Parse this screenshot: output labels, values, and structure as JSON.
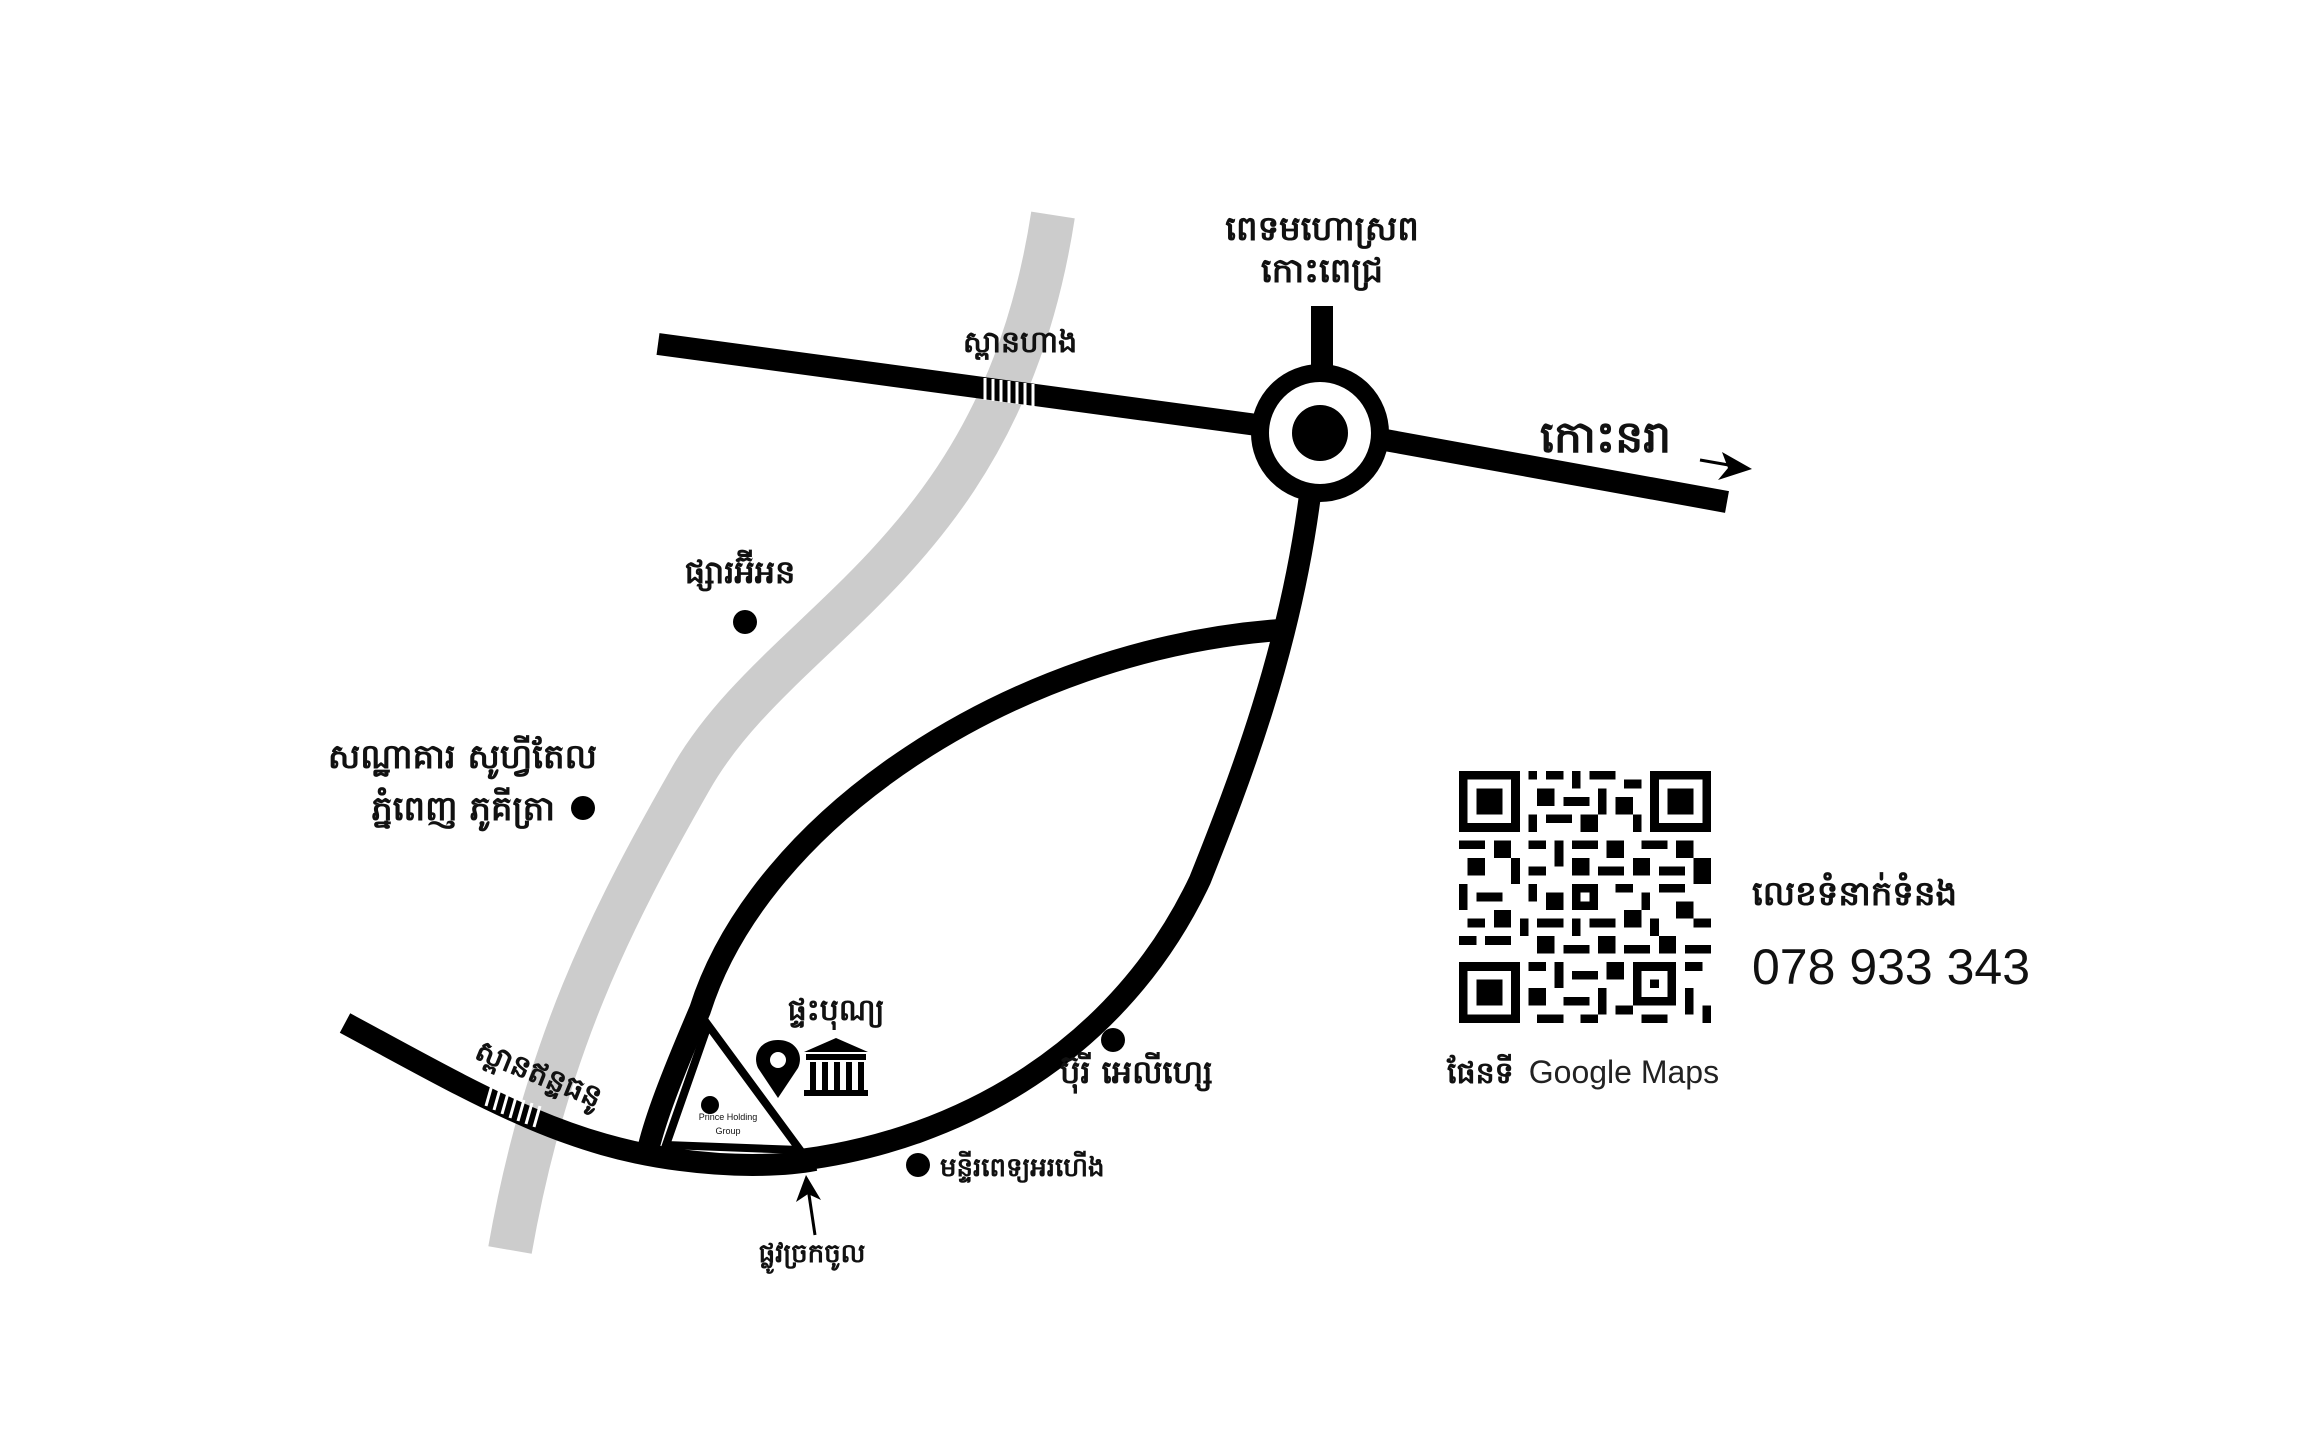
{
  "map": {
    "labels": {
      "hospital_line1": "ពេទមហោស្រព",
      "hospital_line2": "កោះពេជ្រ",
      "bridge_top": "ស្ពានហាង",
      "koh_norea": "កោះនរា",
      "market": "ផ្សារអ៊ីអន",
      "hotel_line1": "សណ្ឋាគារ សូហ្វីតែល",
      "hotel_line2": "ភ្នំពេញ ភូគីត្រា",
      "house": "ផ្ទះបុណ្យ",
      "prince_line1": "Prince Holding",
      "prince_line2": "Group",
      "bridge_bottom": "ស្ពានឥន្ទធនូ",
      "eli_brand": "ប៊ុរី អេលីហ្សេ",
      "hospital_bottom": "មន្ទីរពេទ្យអរហើង",
      "entrance": "ផ្លូវច្រកចូល"
    },
    "colors": {
      "road": "#000000",
      "river": "#cccccc",
      "background": "#ffffff"
    },
    "icons": [
      "location-pin-icon",
      "temple-icon",
      "arrow-right-icon",
      "arrow-up-icon"
    ]
  },
  "contact": {
    "title": "លេខទំនាក់ទំនង",
    "phone": "078 933 343"
  },
  "maps_link": {
    "label_kh": "ផែនទី",
    "label_en": "Google Maps"
  }
}
